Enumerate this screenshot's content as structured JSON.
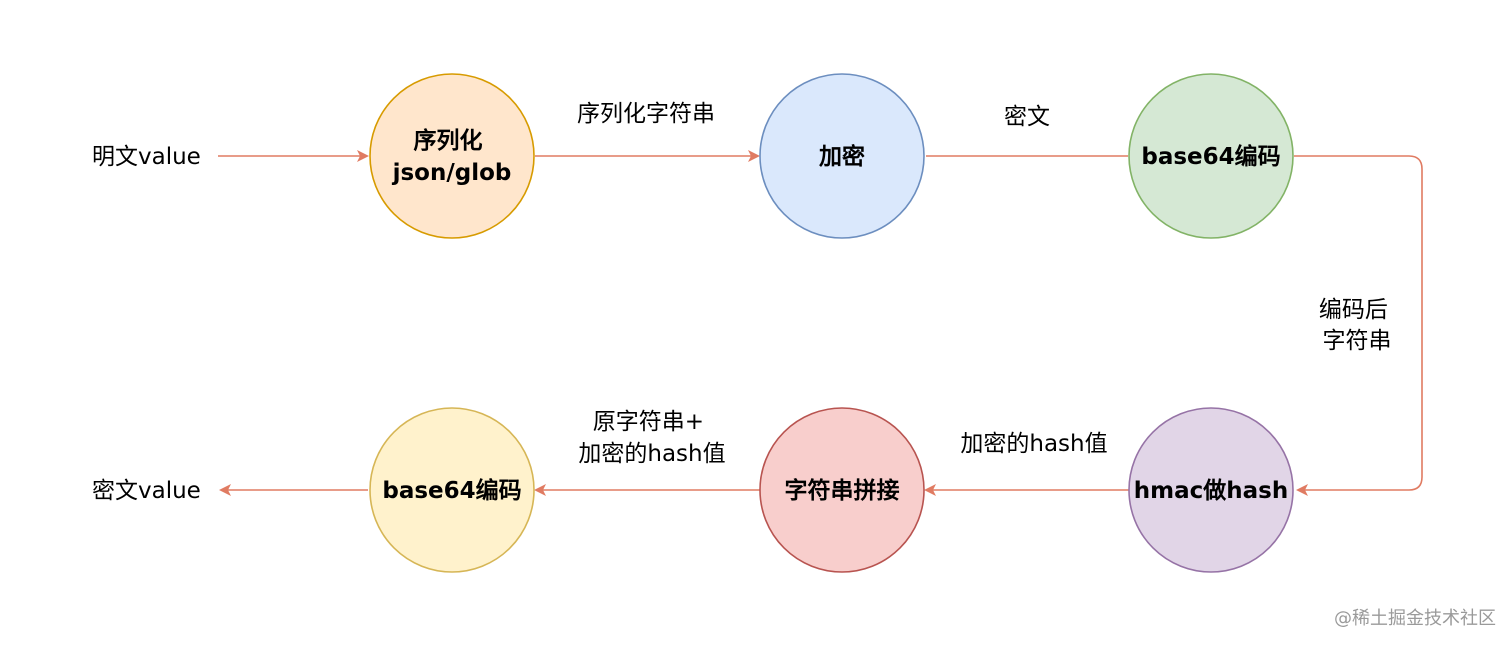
{
  "input_label": "明文value",
  "output_label": "密文value",
  "nodes": {
    "serialize": {
      "lines": [
        "序列化",
        "json/glob"
      ],
      "fill": "#ffe6cc",
      "stroke": "#d79b00"
    },
    "encrypt": {
      "lines": [
        "加密"
      ],
      "fill": "#dae8fc",
      "stroke": "#6c8ebf"
    },
    "base64_first": {
      "lines": [
        "base64编码"
      ],
      "fill": "#d5e8d4",
      "stroke": "#82b366"
    },
    "hmac": {
      "lines": [
        "hmac做hash"
      ],
      "fill": "#e1d5e7",
      "stroke": "#9673a6"
    },
    "concat": {
      "lines": [
        "字符串拼接"
      ],
      "fill": "#f8cecc",
      "stroke": "#b85450"
    },
    "base64_final": {
      "lines": [
        "base64编码"
      ],
      "fill": "#fff2cc",
      "stroke": "#d6b656"
    }
  },
  "edge_labels": {
    "serialized_string": "序列化字符串",
    "ciphertext": "密文",
    "encoded_string_line1": "编码后",
    "encoded_string_line2": "字符串",
    "hash_value": "加密的hash值",
    "combined_line1": "原字符串+",
    "combined_line2": "加密的hash值"
  },
  "arrow_color": "#e07b62",
  "watermark": "@稀土掘金技术社区"
}
